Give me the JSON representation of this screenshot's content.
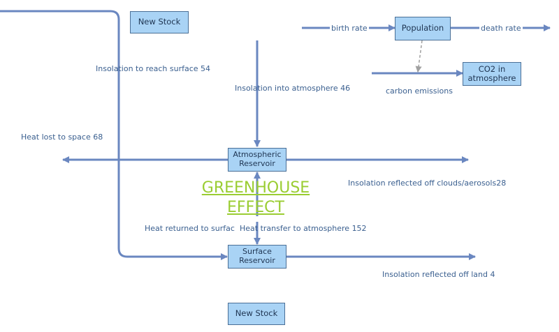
{
  "stocks": {
    "new_stock_top": "New Stock",
    "population": "Population",
    "co2": "CO2 in atmosphere",
    "atmospheric": "Atmospheric Reservoir",
    "surface": "Surface Reservoir",
    "new_stock_bottom": "New Stock"
  },
  "flows": {
    "insolation_surface": "Insolation to reach surface 54",
    "insolation_atmosphere": "Insolation into atmosphere 46",
    "heat_lost_space": "Heat lost to space 68",
    "reflected_clouds": "Insolation reflected off clouds/aerosols28",
    "heat_returned": "Heat returned to surfac",
    "heat_transfer": "Heat transfer to atmosphere 152",
    "reflected_land": "Insolation reflected off land 4",
    "birth_rate": "birth rate",
    "death_rate": "death rate",
    "carbon_emissions": "carbon emissions"
  },
  "annotation": {
    "line1": "GREENHOUSE",
    "line2": "EFFECT"
  },
  "colors": {
    "stock_fill": "#a9d3f5",
    "stock_border": "#4a6f96",
    "flow_line": "#6a87c0",
    "label_text": "#3a5f8f",
    "greenhouse_text": "#9acd32",
    "dashed_link": "#a0a0a0"
  }
}
